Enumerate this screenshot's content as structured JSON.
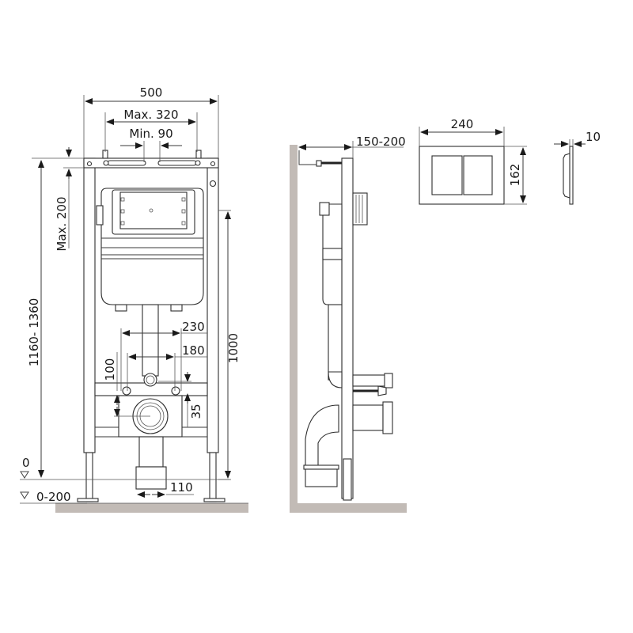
{
  "colors": {
    "line": "#2e2e2e",
    "floor_wall": "#c2bbb6",
    "background": "#ffffff"
  },
  "front_view": {
    "width_total": "500",
    "max_bracket_span": "Max. 320",
    "min_bracket_span": "Min. 90",
    "max_top_adjust": "Max. 200",
    "total_height_range": "1160- 1360",
    "frame_height": "1000",
    "outer_inlet_spacing": "230",
    "inner_inlet_spacing": "180",
    "inlet_height_offset": "100",
    "drain_offset": "35",
    "drain_diameter": "110",
    "level_zero": "0",
    "floor_adjust": "0-200"
  },
  "side_view": {
    "wall_depth": "150-200"
  },
  "flush_plate": {
    "width": "240",
    "height": "162",
    "thickness": "10"
  }
}
